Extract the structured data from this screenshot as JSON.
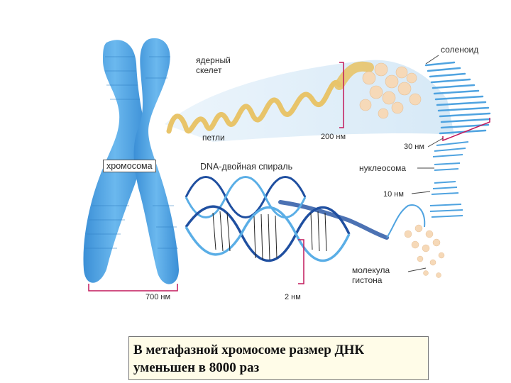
{
  "labels": {
    "nuclear_skeleton": "ядерный\nскелет",
    "solenoid": "соленоид",
    "loops": "петли",
    "size_200": "200 нм",
    "size_30": "30 нм",
    "chromosome": "хромосома",
    "dna_helix": "DNA-двойная спираль",
    "nucleosome": "нуклеосома",
    "size_10": "10 нм",
    "histone": "молекула\nгистона",
    "size_700": "700 нм",
    "size_2": "2 нм"
  },
  "caption": {
    "line1": "В метафазной хромосоме размер ДНК",
    "line2": "уменьшен в 8000 раз"
  },
  "colors": {
    "chromosome": "#4fa3e0",
    "helix_dark": "#1f4fa0",
    "helix_light": "#5aaee6",
    "loops": "#e8c46a",
    "solenoid": "#5aaee6",
    "nucleosome": "#f6d9b8",
    "bracket": "#c2185b",
    "caption_bg": "#fffce8"
  }
}
